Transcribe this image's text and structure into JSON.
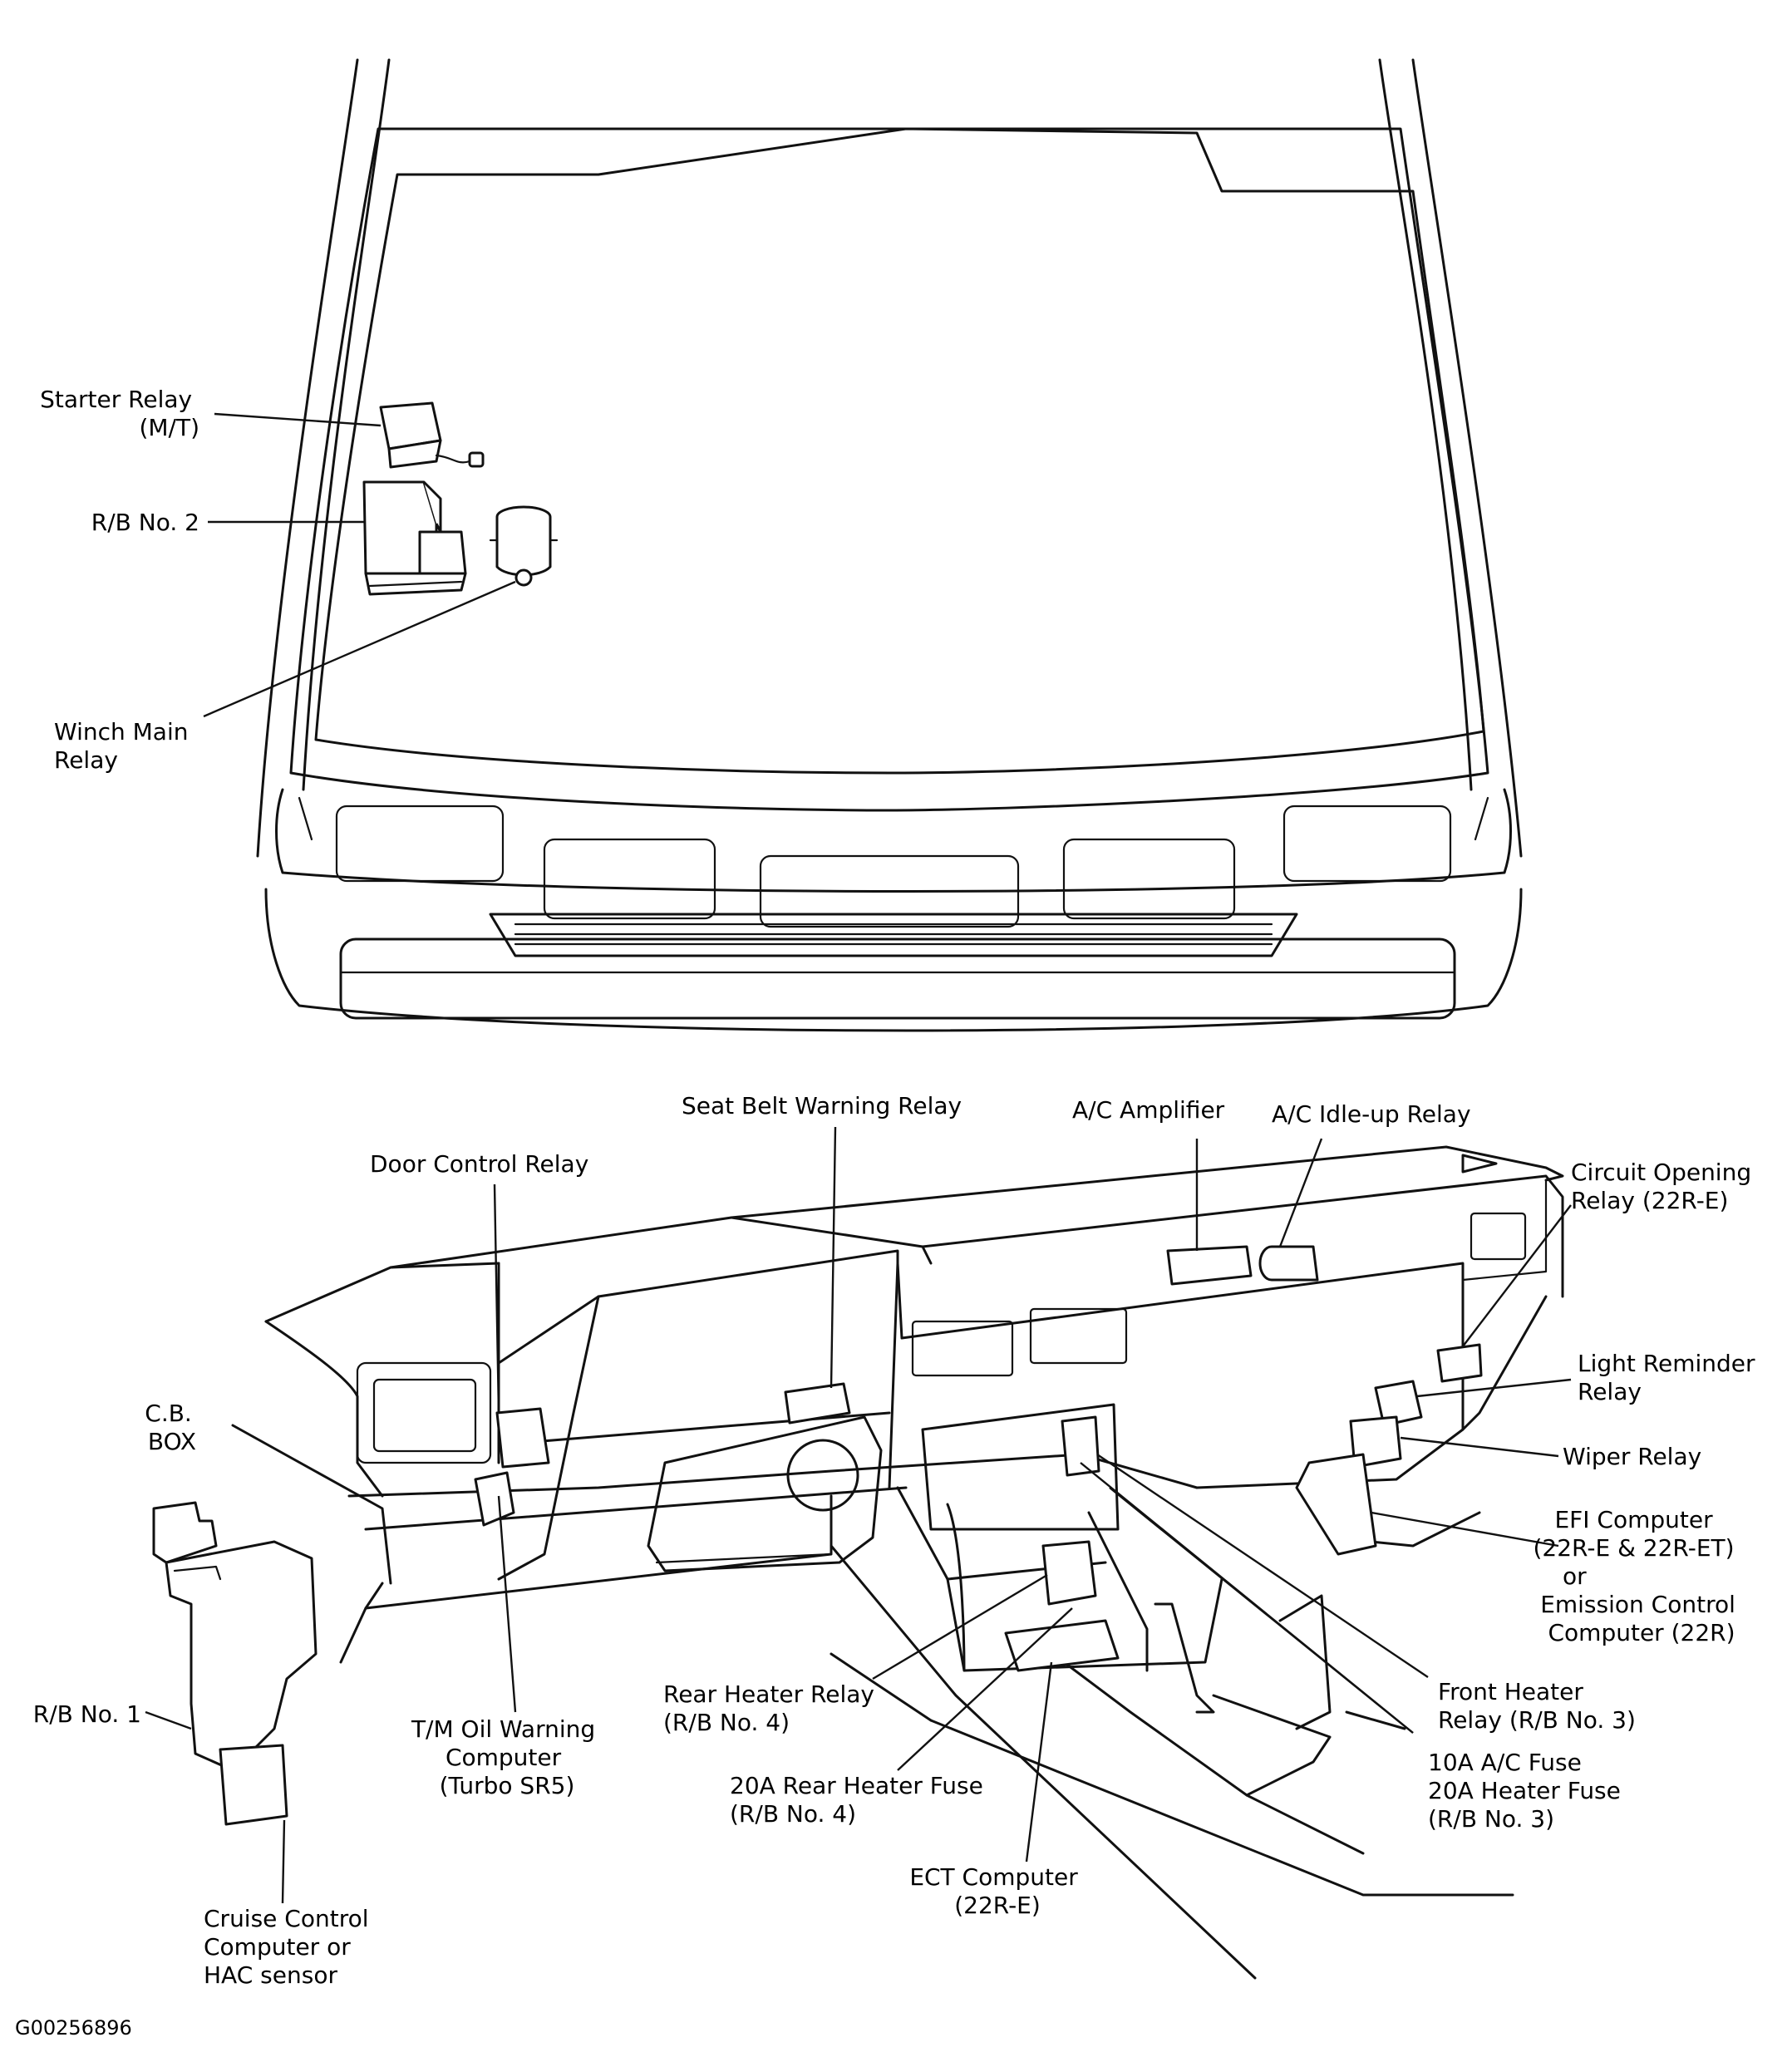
{
  "diagram": {
    "labels": {
      "starter_relay": [
        "Starter Relay",
        "(M/T)"
      ],
      "rb_no2": [
        "R/B No. 2"
      ],
      "winch_main_relay": [
        "Winch Main",
        "Relay"
      ],
      "seat_belt_warning_relay": [
        "Seat Belt Warning Relay"
      ],
      "ac_amplifier": [
        "A/C Amplifier"
      ],
      "ac_idle_up_relay": [
        "A/C Idle-up Relay"
      ],
      "door_control_relay": [
        "Door Control Relay"
      ],
      "circuit_opening_relay": [
        "Circuit Opening",
        "Relay (22R-E)"
      ],
      "light_reminder_relay": [
        "Light Reminder",
        "Relay"
      ],
      "cb_box": [
        "C.B.",
        "BOX"
      ],
      "wiper_relay": [
        "Wiper Relay"
      ],
      "efi_computer": [
        "EFI Computer",
        "(22R-E & 22R-ET)",
        "or",
        "Emission Control",
        "Computer (22R)"
      ],
      "rb_no1": [
        "R/B No. 1"
      ],
      "tm_oil_warning": [
        "T/M Oil Warning",
        "Computer",
        "(Turbo SR5)"
      ],
      "rear_heater_relay": [
        "Rear Heater Relay",
        "(R/B No. 4)"
      ],
      "front_heater_relay": [
        "Front Heater",
        "Relay (R/B No. 3)"
      ],
      "rear_heater_fuse": [
        "20A Rear Heater Fuse",
        "(R/B No. 4)"
      ],
      "ac_heater_fuse": [
        "10A A/C Fuse",
        "20A Heater Fuse",
        "(R/B No. 3)"
      ],
      "ect_computer": [
        "ECT Computer",
        "(22R-E)"
      ],
      "cruise_control": [
        "Cruise Control",
        "Computer or",
        "HAC sensor"
      ]
    },
    "figure_id": "G00256896"
  }
}
